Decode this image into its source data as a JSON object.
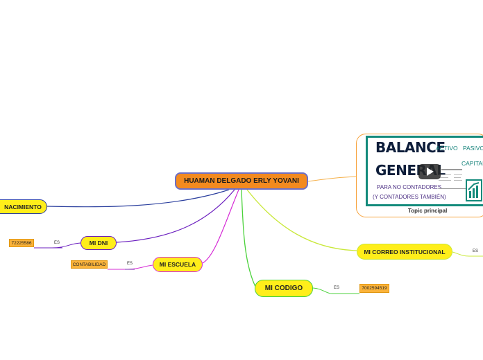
{
  "central": {
    "label": "HUAMAN DELGADO ERLY YOVANI"
  },
  "nodes": {
    "nacimiento": {
      "label": "NACIMIENTO"
    },
    "dni": {
      "label": "MI DNI",
      "link_label": "ES",
      "value": "72225586"
    },
    "escuela": {
      "label": "MI ESCUELA",
      "link_label": "ES",
      "value": "CONTABILIDAD"
    },
    "codigo": {
      "label": "MI CODIGO",
      "link_label": "ES",
      "value": "7002594519"
    },
    "correo": {
      "label": "MI CORREO INSTITUCIONAL",
      "link_label": "ES"
    }
  },
  "topic": {
    "label": "Topic principal",
    "image": {
      "title_line1": "BALANCE",
      "title_line2": "GENERAL",
      "activo": "ACTIVO",
      "pasivo": "PASIVO",
      "capital": "CAPITAL",
      "sub_line1": "PARA NO CONTADORES",
      "sub_line2": "(Y CONTADORES TAMBIÉN)",
      "play_icon": "play-icon"
    }
  },
  "colors": {
    "central_fill": "#f38a1f",
    "central_border": "#6b6fc6",
    "node_fill": "#ffee1a",
    "leaf_fill": "#fbb33a",
    "teal_frame": "#138a7b"
  }
}
